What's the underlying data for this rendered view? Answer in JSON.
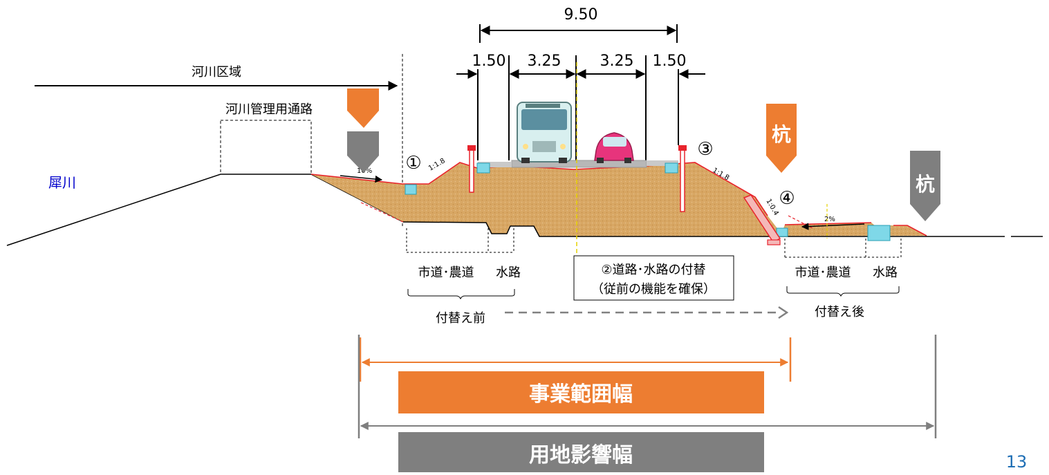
{
  "diagram": {
    "dimensions": {
      "total": "9.50",
      "left_sidewalk": "1.50",
      "left_lane": "3.25",
      "right_lane": "3.25",
      "right_sidewalk": "1.50"
    },
    "river_area_label": "河川区域",
    "river_road_label": "河川管理用通路",
    "river_name": "犀川",
    "stake_label": "杭",
    "markers": [
      "①",
      "②",
      "③",
      "④"
    ],
    "slope_labels": {
      "left": "1:1.8",
      "right": "1:1.8",
      "wall": "1:0.4",
      "left_grade": "10%",
      "right_grade": "2%"
    },
    "before_labels": {
      "road": "市道･農道",
      "water": "水路",
      "caption": "付替え前"
    },
    "after_labels": {
      "road": "市道･農道",
      "water": "水路",
      "caption": "付替え後"
    },
    "note_line1": "②道路･水路の付替",
    "note_line2": "（従前の機能を確保）",
    "project_width_label": "事業範囲幅",
    "land_width_label": "用地影響幅",
    "page_number": "13",
    "colors": {
      "orange": "#ED7D31",
      "gray": "#7F7F7F",
      "fill": "#D8A764",
      "red": "#E8232C",
      "river_blue": "#0000CC",
      "page_number": "#1F6FB5",
      "ditch": "#7FD8E8"
    }
  }
}
